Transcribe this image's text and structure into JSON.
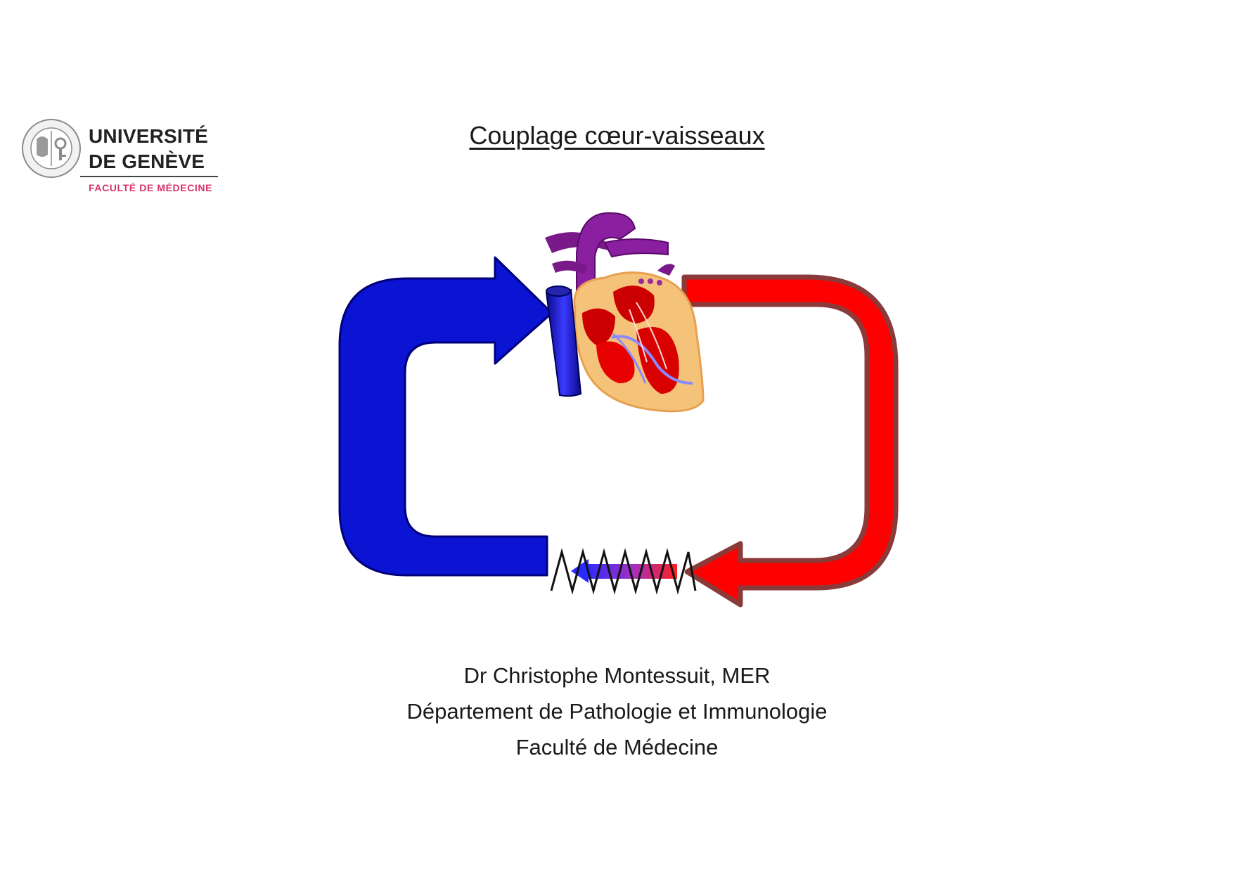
{
  "header": {
    "university_line1": "UNIVERSITÉ",
    "university_line2": "DE GENÈVE",
    "faculty": "FACULTÉ DE MÉDECINE",
    "seal_icon": "university-seal-icon"
  },
  "title": "Couplage cœur-vaisseaux",
  "diagram": {
    "colors": {
      "venous": "#0a14d2",
      "arterial": "#ff0000",
      "arterial_border": "#8b3a3a",
      "heart_muscle": "#f5c27a",
      "vessels": "#8a1fa0"
    },
    "icons": [
      "heart-icon",
      "vena-cava-icon",
      "venous-return-arrow",
      "arterial-arrow",
      "resistance-spring-icon",
      "capillary-gradient-arrow"
    ]
  },
  "authors": {
    "name": "Dr Christophe Montessuit, MER",
    "department": "Département de Pathologie et Immunologie",
    "faculty": "Faculté de Médecine"
  }
}
